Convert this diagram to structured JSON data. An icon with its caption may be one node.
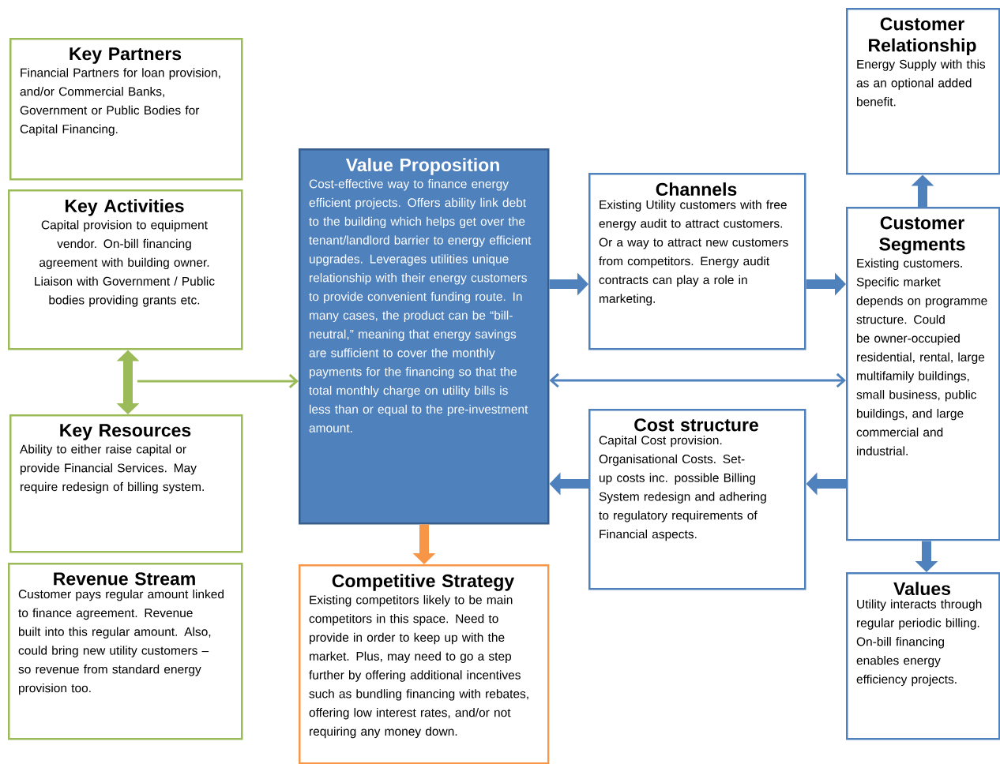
{
  "diagram": {
    "nodes": [
      {
        "text": [
          "Key Partners",
          "Financial Partners for loan provision, and/or Commercial Banks, Government or Public Bodies for Capital Financing."
        ]
      },
      {
        "text": [
          "Key Activities",
          "Capital provision to equipment vendor. On-bill financing agreement with building owner. Liaison with Government / Public bodies providing grants etc."
        ]
      },
      {
        "text": [
          "Key Resources",
          "Ability to either raise capital or provide Financial Services. May require redesign of billing system."
        ]
      },
      {
        "text": [
          "Revenue Stream",
          "Customer pays regular amount linked to finance agreement. Revenue built into this regular amount. Also, could bring new utility customers – so revenue from standard energy provision too."
        ]
      },
      {
        "text": [
          "Value Proposition",
          "Cost-effective way to finance energy efficient projects. Offers ability link debt to the building which helps get over the tenant/landlord barrier to energy efficient upgrades. Leverages utilities unique relationship with their energy customers to provide convenient funding route. In many cases, the product can be “bill-neutral,” meaning that energy savings are sufficient to cover the monthly payments for the financing so that the total monthly charge on utility bills is less than or equal to the pre-investment amount."
        ]
      },
      {
        "text": [
          "Competitive Strategy",
          "Existing competitors likely to be main competitors in this space. Need to provide in order to keep up with the market. Plus, may need to go a step further by offering additional incentives such as bundling financing with rebates, offering low interest rates, and/or not requiring any money down."
        ]
      },
      {
        "text": [
          "Channels",
          "Existing Utility customers with free energy audit to attract customers. Or a way to attract new customers from competitors. Energy audit contracts can play a role in marketing."
        ]
      },
      {
        "text": [
          "Cost structure",
          "Capital Cost provision. Organisational Costs. Set-up costs inc. possible Billing System redesign and adhering to regulatory requirements of Financial aspects."
        ]
      },
      {
        "text": [
          "Customer Relationship",
          "Energy Supply with this as an optional added benefit."
        ]
      },
      {
        "text": [
          "Customer Segments",
          "Existing customers. Specific market depends on programme structure. Could be owner-occupied residential, rental, large multifamily buildings, small business, public buildings, and large commercial and industrial."
        ]
      },
      {
        "text": [
          "Values",
          "Utility interacts through regular periodic billing. On-bill financing enables energy efficiency projects."
        ]
      }
    ],
    "edges": [
      {
        "from": 1,
        "to": 2,
        "arrow": "both",
        "color": "#9bbb59"
      },
      {
        "from": null,
        "to": 4,
        "arrow": "to",
        "color": "#9bbb59"
      },
      {
        "from": 4,
        "to": 6,
        "arrow": "to"
      },
      {
        "from": 6,
        "to": 9,
        "arrow": "to"
      },
      {
        "from": 9,
        "to": 8,
        "arrow": "to"
      },
      {
        "from": 4,
        "to": 9,
        "arrow": "both"
      },
      {
        "from": 9,
        "to": 7,
        "arrow": "to"
      },
      {
        "from": 7,
        "to": 4,
        "arrow": "to"
      },
      {
        "from": 9,
        "to": 10,
        "arrow": "to"
      },
      {
        "from": 4,
        "to": 5,
        "arrow": "to",
        "color": "#f79646"
      }
    ]
  }
}
